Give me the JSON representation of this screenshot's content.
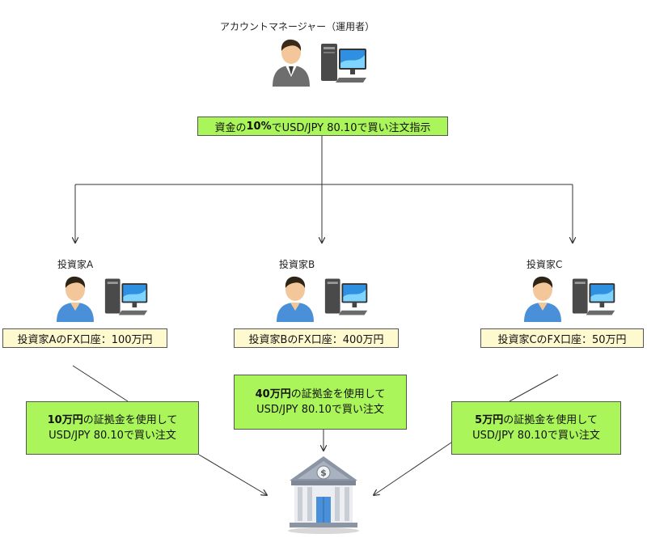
{
  "manager": {
    "label": "アカウントマネージャー（運用者）",
    "instruction": {
      "pre": "資金の",
      "bold": "10%",
      "post": "でUSD/JPY 80.10で買い注文指示"
    }
  },
  "investors": [
    {
      "name": "投資家A",
      "account": "投資家AのFX口座：100万円",
      "order_bold": "10万円",
      "order_line1": "の証拠金を使用して",
      "order_line2": "USD/JPY 80.10で買い注文"
    },
    {
      "name": "投資家B",
      "account": "投資家BのFX口座：400万円",
      "order_bold": "40万円",
      "order_line1": "の証拠金を使用して",
      "order_line2": "USD/JPY 80.10で買い注文"
    },
    {
      "name": "投資家C",
      "account": "投資家CのFX口座：50万円",
      "order_bold": "5万円",
      "order_line1": "の証拠金を使用して",
      "order_line2": "USD/JPY 80.10で買い注文"
    }
  ],
  "colors": {
    "instruction_fill": "#aaf55a",
    "account_fill": "#fff9cf",
    "line": "#333333"
  },
  "icons": {
    "person": "person-icon",
    "computer": "computer-icon",
    "bank": "bank-icon"
  }
}
